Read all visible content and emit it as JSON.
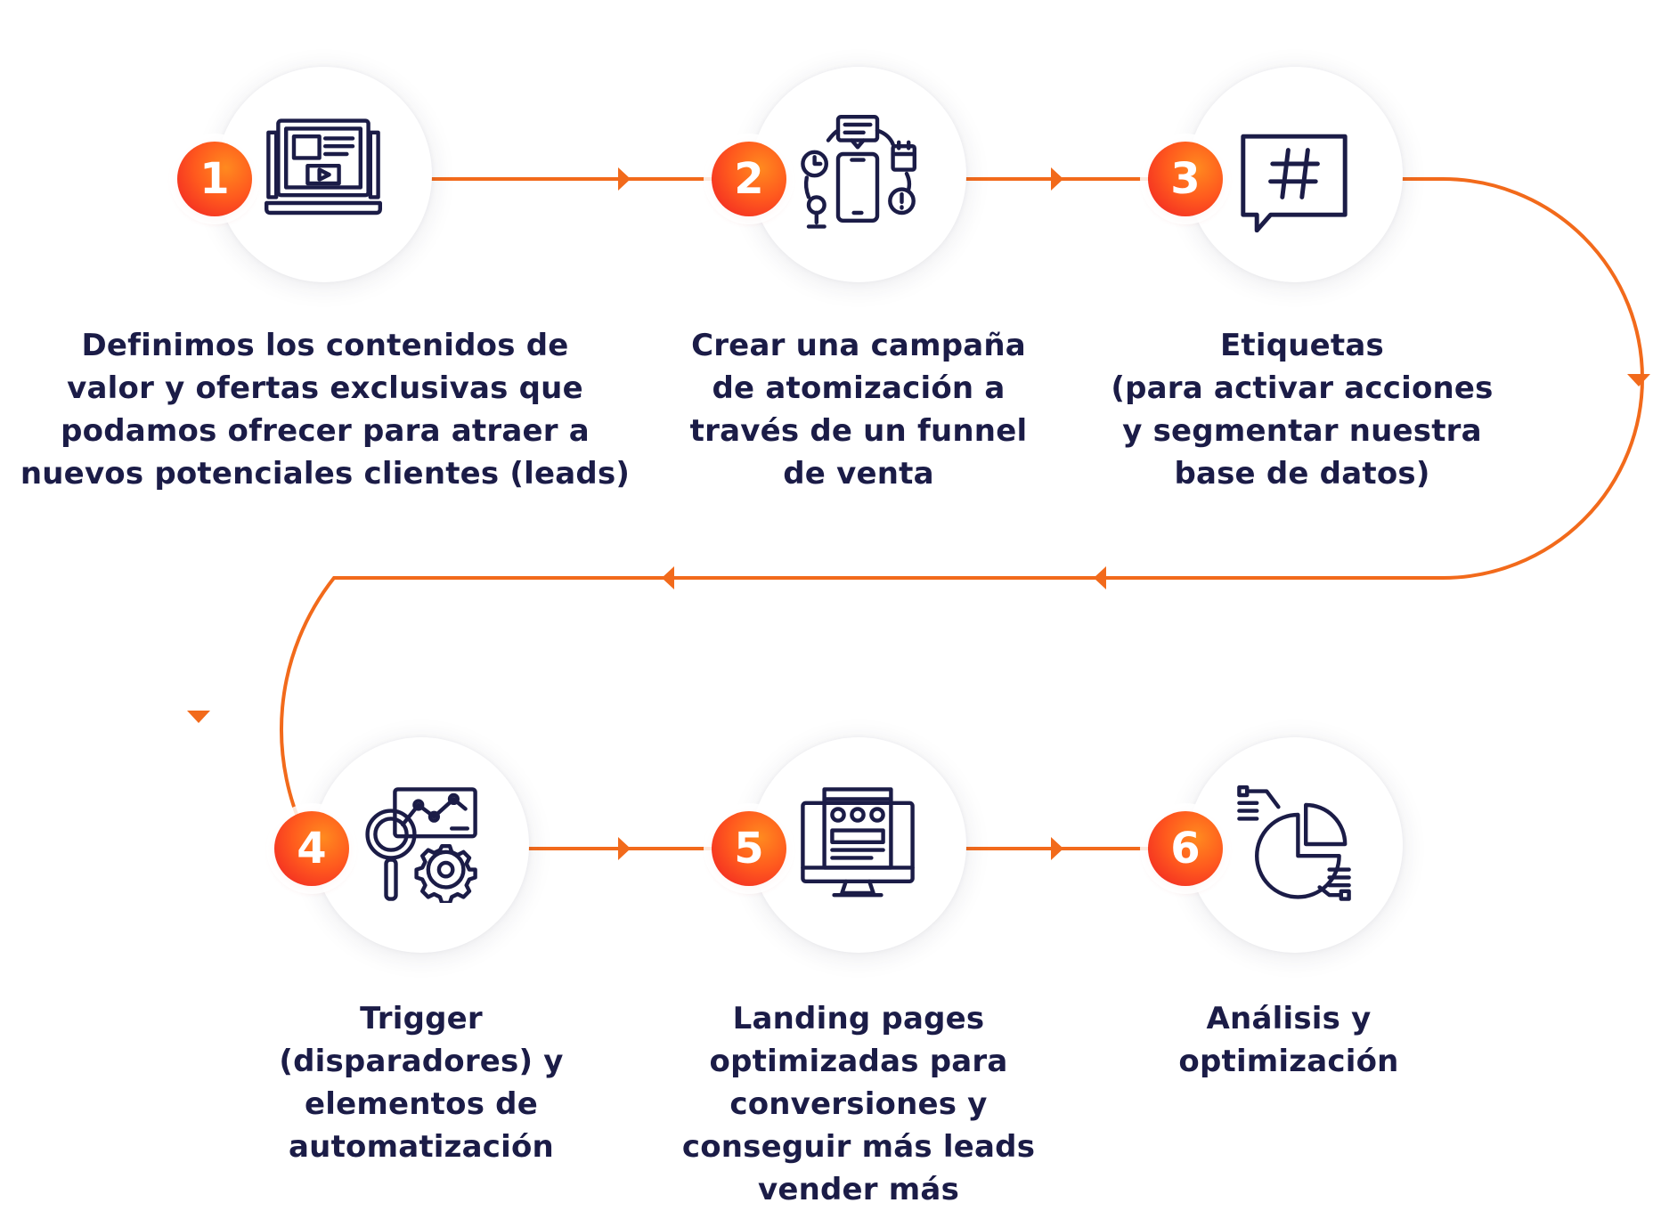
{
  "accent_color": "#f26a1b",
  "text_color": "#1b1c47",
  "icon_color": "#1b1c47",
  "steps": [
    {
      "number": "1",
      "icon": "laptop-content-icon",
      "lines": [
        "Definimos los contenidos de",
        "valor y ofertas exclusivas que",
        "podamos ofrecer para atraer a",
        "nuevos potenciales clientes (leads)"
      ]
    },
    {
      "number": "2",
      "icon": "mobile-campaign-icon",
      "lines": [
        "Crear una campaña",
        "de atomización a",
        "través de un funnel",
        "de venta"
      ]
    },
    {
      "number": "3",
      "icon": "hashtag-chat-icon",
      "lines": [
        "Etiquetas",
        "(para activar acciones",
        "y segmentar nuestra",
        "base de datos)"
      ]
    },
    {
      "number": "4",
      "icon": "analytics-gear-icon",
      "lines": [
        "Trigger",
        "(disparadores) y",
        "elementos de",
        "automatización"
      ]
    },
    {
      "number": "5",
      "icon": "landing-page-monitor-icon",
      "lines": [
        "Landing pages",
        "optimizadas para",
        "conversiones y",
        "conseguir más leads",
        "vender más"
      ]
    },
    {
      "number": "6",
      "icon": "pie-chart-analysis-icon",
      "lines": [
        "Análisis y",
        "optimización"
      ]
    }
  ]
}
